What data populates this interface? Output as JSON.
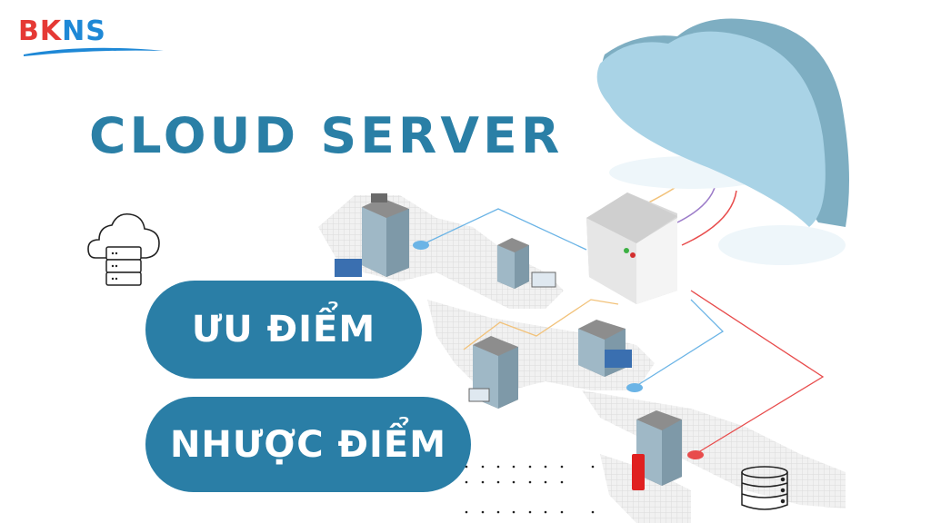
{
  "logo": {
    "text_part1": "BK",
    "text_part2": "NS",
    "color_red": "#e53935",
    "color_blue": "#1e88d6"
  },
  "headline": {
    "text": "CLOUD SERVER",
    "color": "#2a7fa6"
  },
  "badges": [
    {
      "label": "ƯU ĐIỂM"
    },
    {
      "label": "NHƯỢC ĐIỂM"
    }
  ],
  "colors": {
    "badge_bg": "#2a7ea6",
    "cloud": "#a9d3e6",
    "line_blue": "#6bb4e6",
    "line_orange": "#f2c27a",
    "line_red": "#e84c4c",
    "line_purple": "#9c7cc9"
  },
  "icons": [
    "cloud-server-outline-icon",
    "database-outline-icon",
    "cloud-3d-icon",
    "server-box-icon",
    "office-building-icon",
    "laptop-icon",
    "monitor-icon",
    "tablet-icon",
    "world-map"
  ]
}
